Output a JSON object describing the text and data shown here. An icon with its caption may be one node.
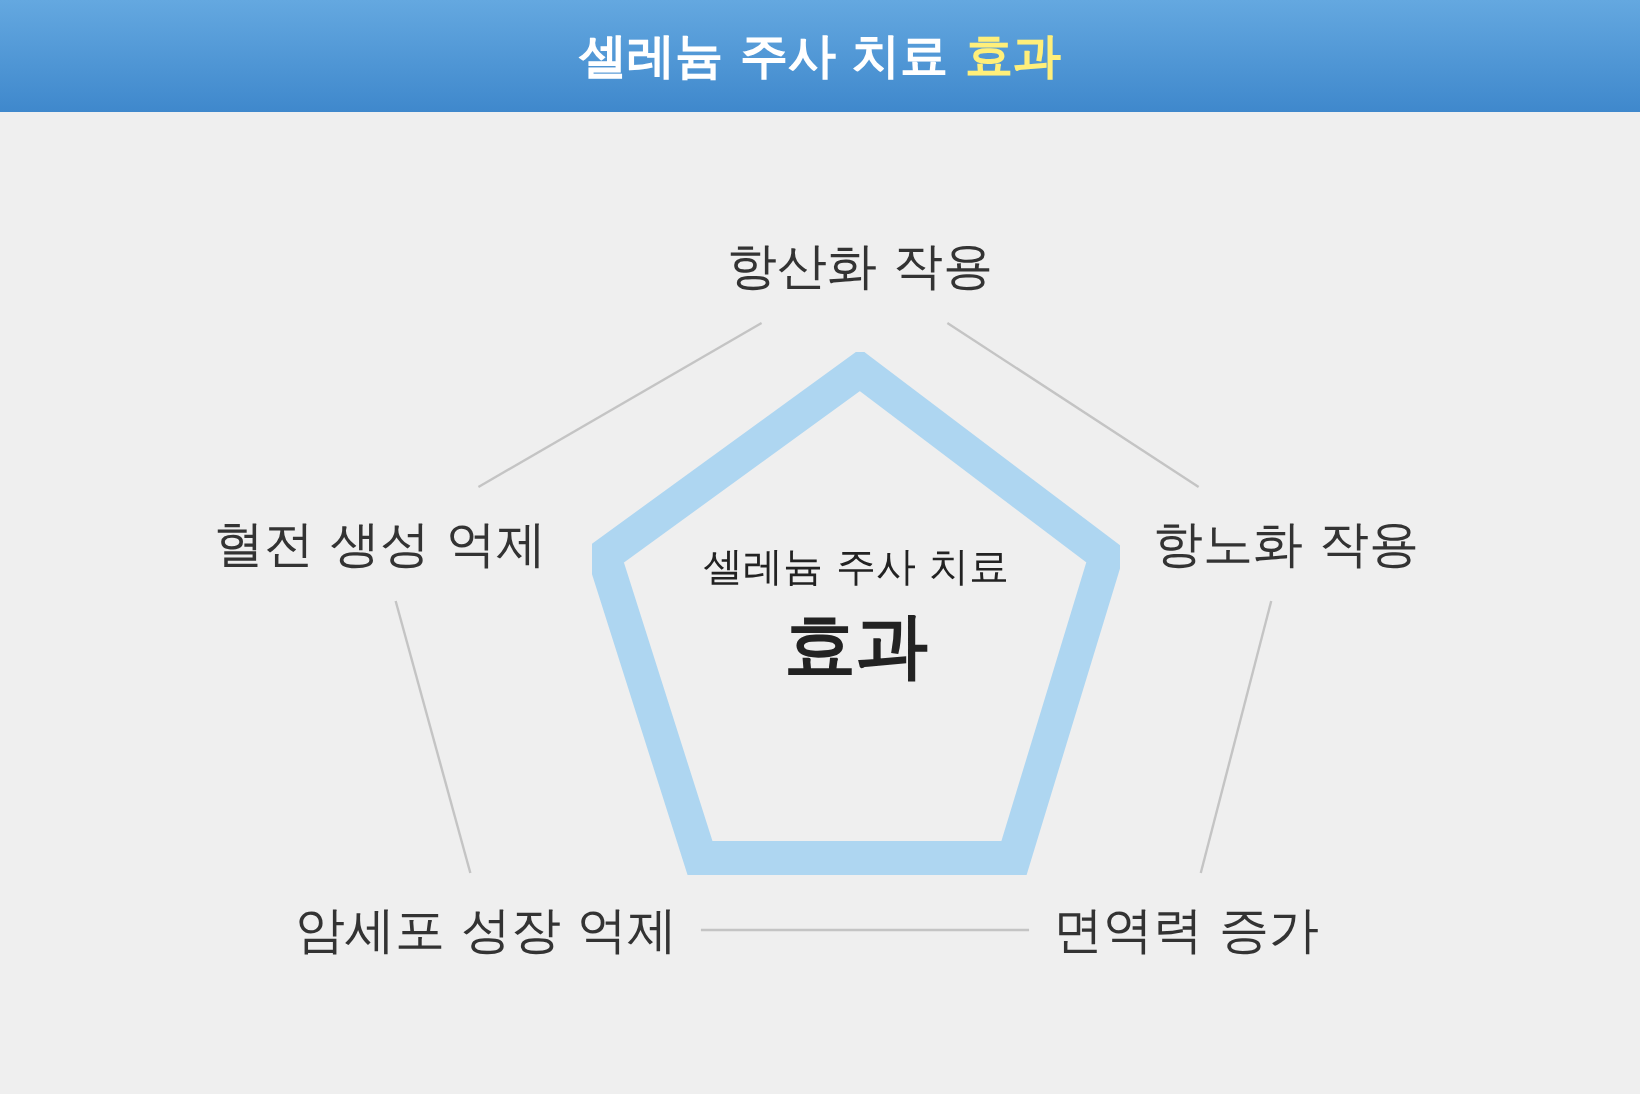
{
  "diagram": {
    "title": "셀레늄 주사 치료 **효과**",
    "nodes": [
      {
        "text": [
          "셀레늄 주사 치료",
          "효과"
        ]
      },
      {
        "text": [
          "항산화 작용"
        ]
      },
      {
        "text": [
          "항노화 작용"
        ]
      },
      {
        "text": [
          "면역력 증가"
        ]
      },
      {
        "text": [
          "암세포 성장 억제"
        ]
      },
      {
        "text": [
          "혈전 생성 억제"
        ]
      }
    ],
    "edges": [
      {
        "from": 1,
        "to": 2,
        "arrow": "none"
      },
      {
        "from": 2,
        "to": 3,
        "arrow": "none"
      },
      {
        "from": 3,
        "to": 4,
        "arrow": "none"
      },
      {
        "from": 4,
        "to": 5,
        "arrow": "none"
      },
      {
        "from": 5,
        "to": 1,
        "arrow": "none"
      }
    ]
  }
}
